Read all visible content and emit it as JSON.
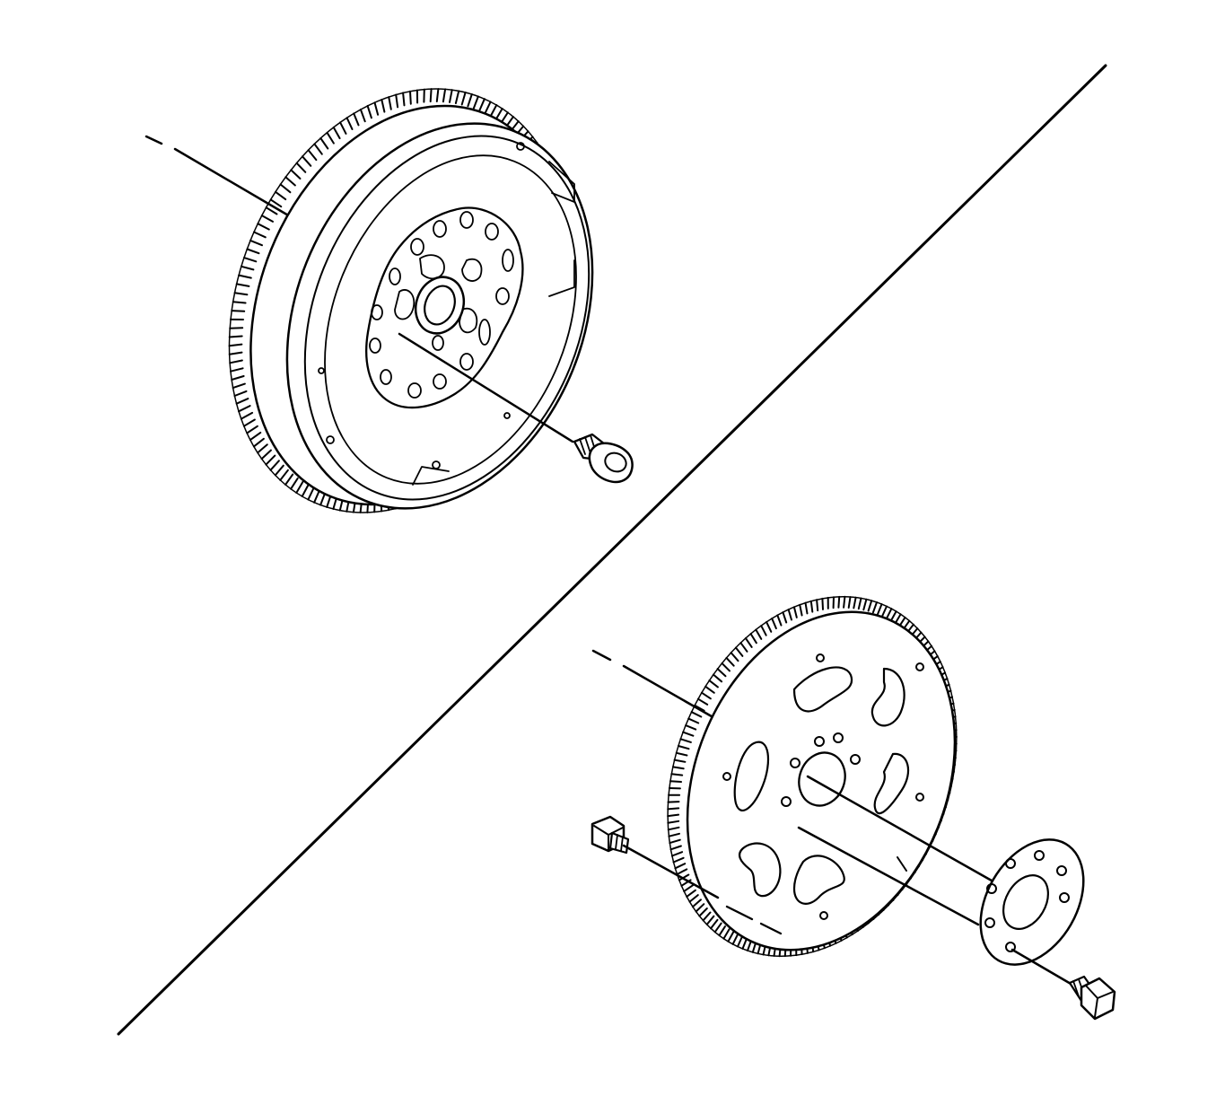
{
  "diagram": {
    "type": "exploded-parts-illustration",
    "components": [
      {
        "name": "flywheel",
        "icon": "flywheel-icon"
      },
      {
        "name": "flywheel-bolt",
        "icon": "bolt-icon"
      },
      {
        "name": "flexplate",
        "icon": "flexplate-icon"
      },
      {
        "name": "flexplate-reinforcement-washer",
        "icon": "washer-icon"
      },
      {
        "name": "flexplate-bolt-left",
        "icon": "bolt-icon"
      },
      {
        "name": "flexplate-bolt-right",
        "icon": "bolt-icon"
      }
    ],
    "divider": "diagonal-divider-line",
    "colors": {
      "stroke": "#000000",
      "background": "#ffffff"
    }
  }
}
